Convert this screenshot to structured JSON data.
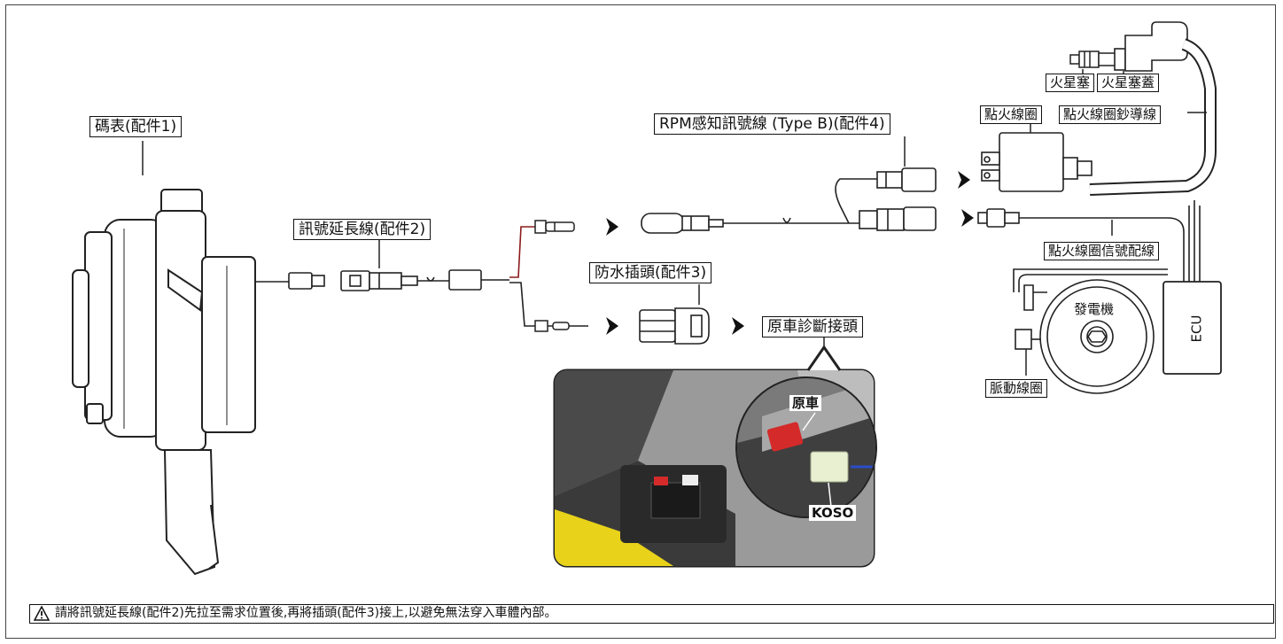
{
  "labels": {
    "meter": "碼表(配件1)",
    "extension_cable": "訊號延長線(配件2)",
    "waterproof_plug": "防水插頭(配件3)",
    "original_connector": "原車診斷接頭",
    "rpm_cable": "RPM感知訊號線 (Type B)(配件4)",
    "spark_plug": "火星塞",
    "spark_plug_cap": "火星塞蓋",
    "ignition_coil": "點火線圈",
    "ignition_hv_lead": "點火線圈鈔導線",
    "ignition_signal_wire": "點火線圈信號配線",
    "generator": "發電機",
    "ecu": "ECU",
    "pulse_coil": "脈動線圈"
  },
  "photo": {
    "original_label": "原車",
    "koso_label": "KOSO"
  },
  "warning": {
    "text": "請將訊號延長線(配件2)先拉至需求位置後,再將插頭(配件3)接上,以避免無法穿入車體內部。"
  },
  "colors": {
    "line": "#222222",
    "red_wire": "#8b1a1a",
    "body_fill": "#ffffff",
    "photo_floor": "#3a3a3a",
    "yellow_accent": "#e8d21a",
    "red_connector": "#d42a2a"
  }
}
